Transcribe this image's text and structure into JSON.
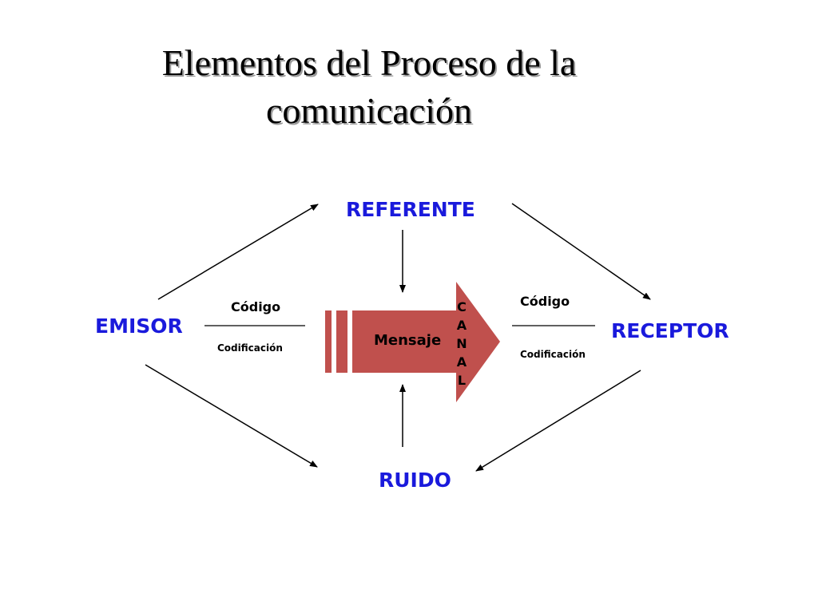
{
  "title": {
    "line1": "Elementos del Proceso de la",
    "line2": "comunicación"
  },
  "nodes": {
    "referente": "REFERENTE",
    "emisor": "EMISOR",
    "receptor": "RECEPTOR",
    "ruido": "RUIDO"
  },
  "left_link": {
    "code": "Código",
    "encoding": "Codificación"
  },
  "right_link": {
    "code": "Código",
    "encoding": "Codificación"
  },
  "message": {
    "label": "Mensaje",
    "canal_letters": [
      "C",
      "A",
      "N",
      "A",
      "L"
    ]
  },
  "colors": {
    "node_text": "#1a1adc",
    "arrow_fill": "#c0504d",
    "line": "#000000"
  }
}
